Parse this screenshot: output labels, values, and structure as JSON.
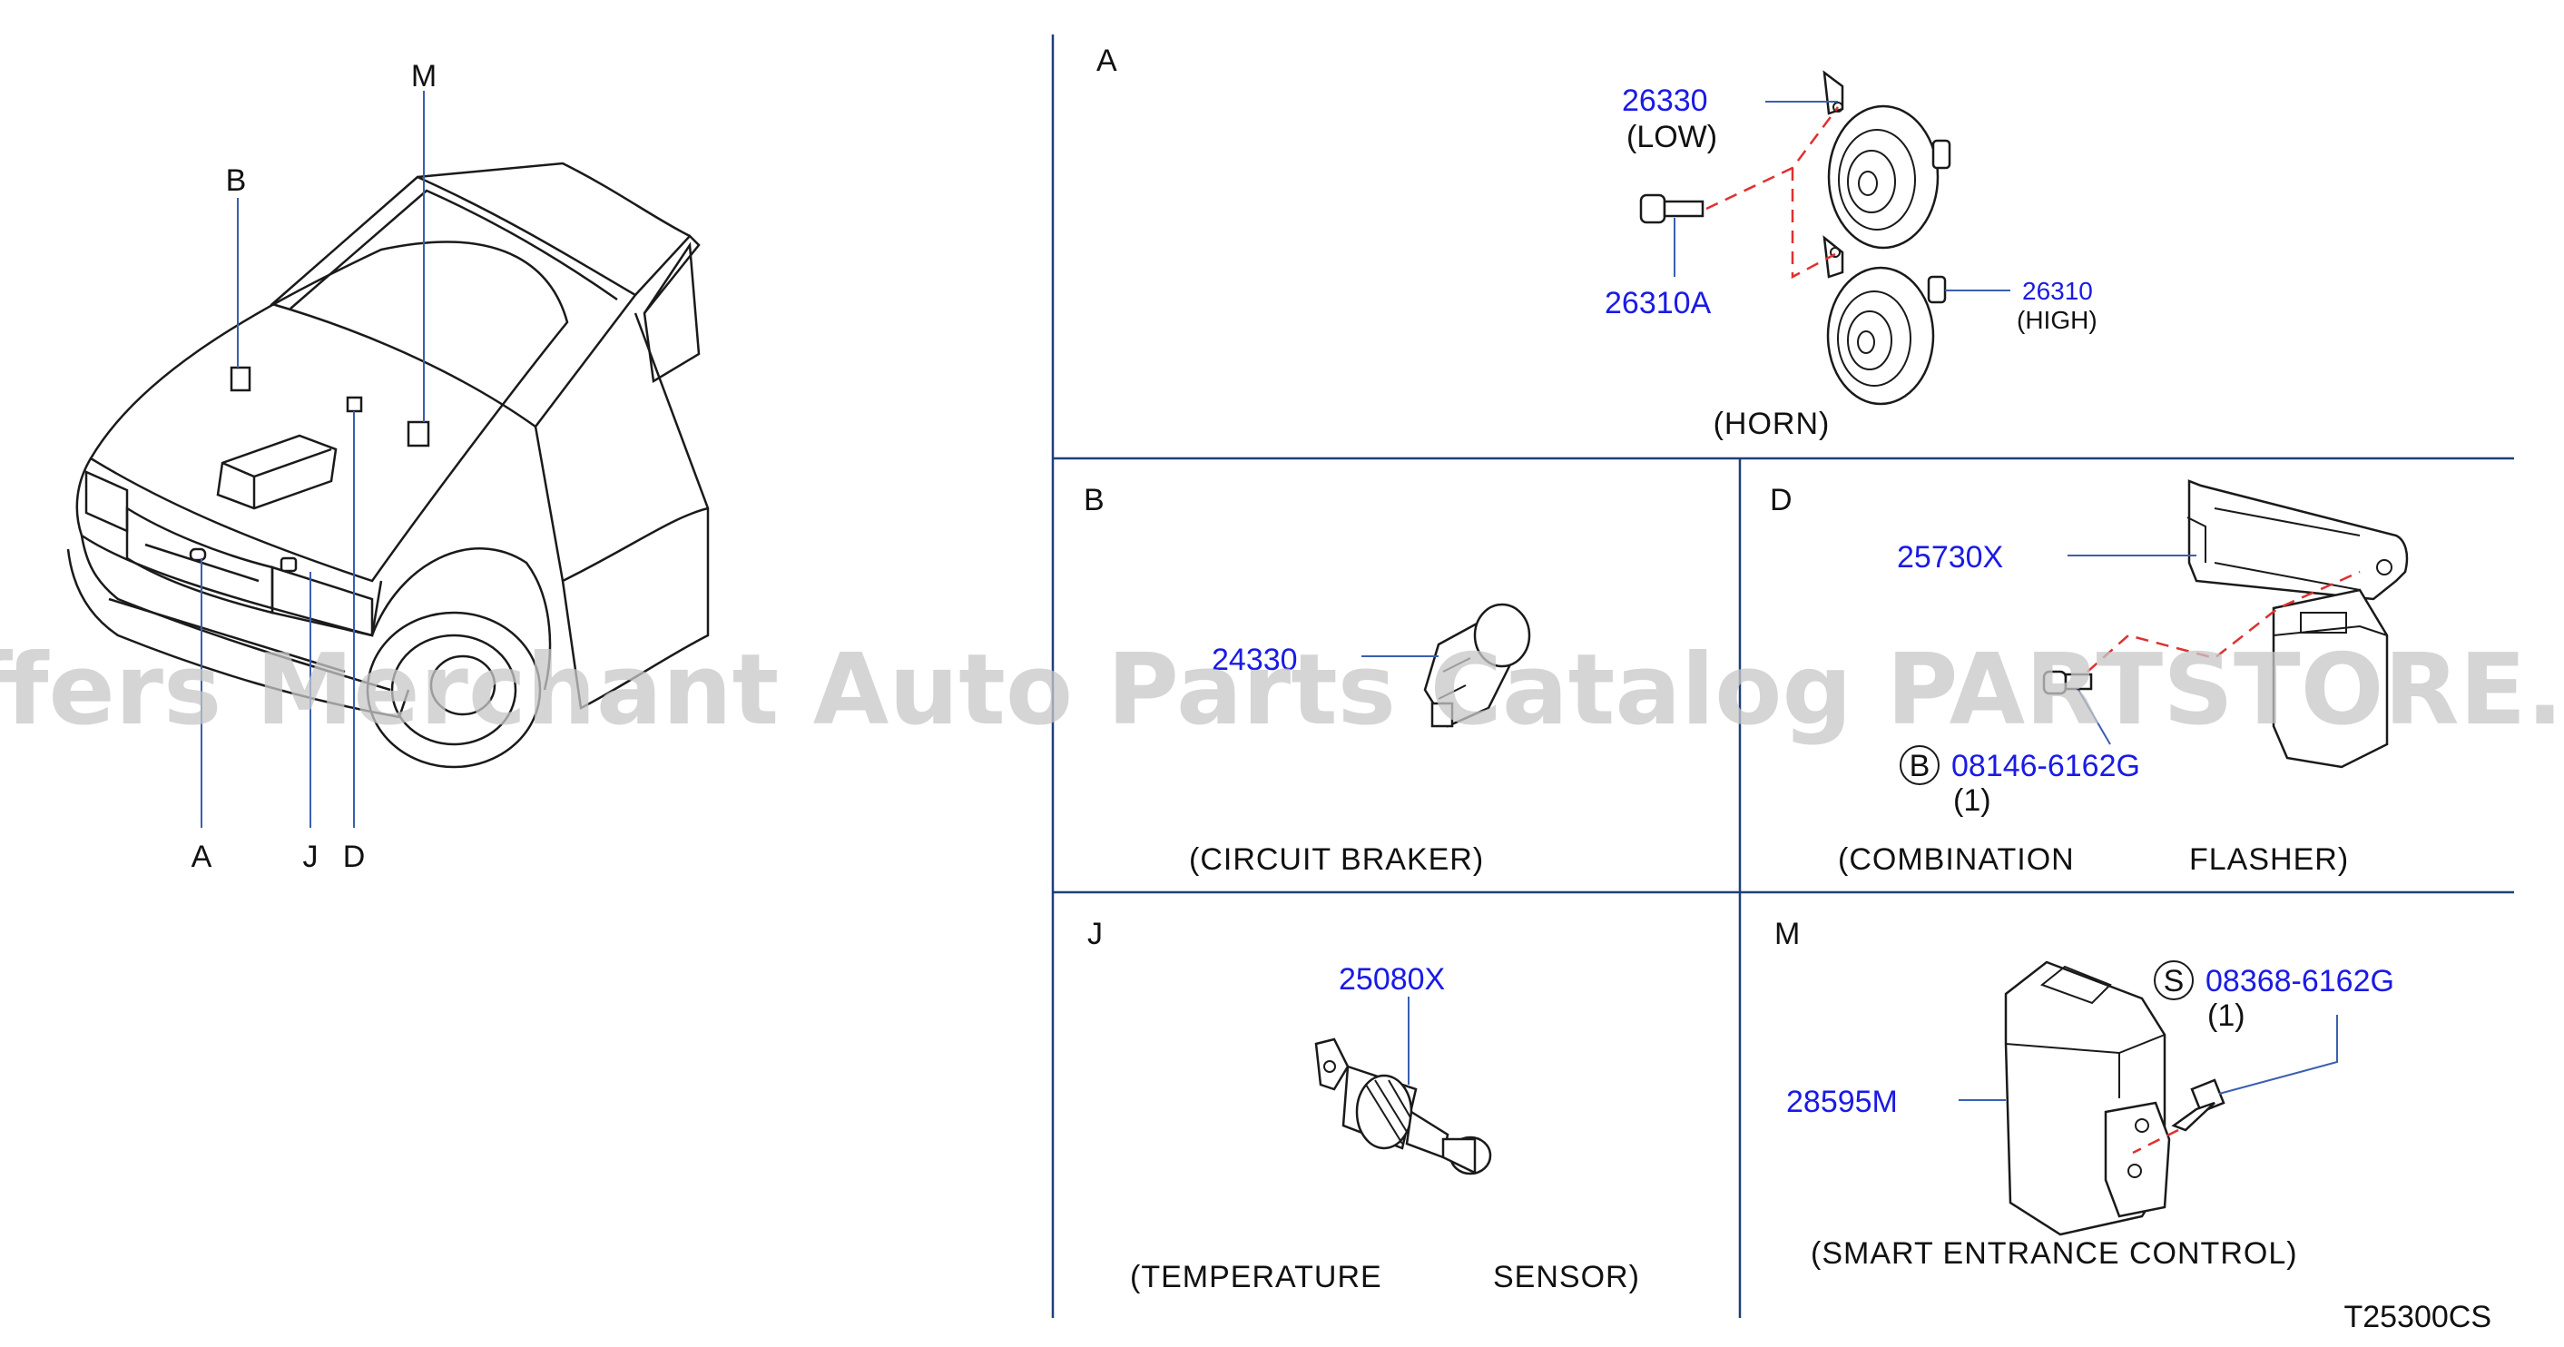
{
  "vehicle_view": {
    "callouts": [
      "B",
      "M",
      "A",
      "J",
      "D"
    ]
  },
  "panels": {
    "horn": {
      "letter": "A",
      "caption": "(HORN)",
      "parts": [
        {
          "number": "26330",
          "note": "(LOW)"
        },
        {
          "number": "26310A"
        },
        {
          "number": "26310",
          "note": "(HIGH)"
        }
      ]
    },
    "circuit_breaker": {
      "letter": "B",
      "caption": "(CIRCUIT   BRAKER)",
      "parts": [
        {
          "number": "24330"
        }
      ]
    },
    "combination_flasher": {
      "letter": "D",
      "caption_left": "(COMBINATION",
      "caption_right": "FLASHER)",
      "parts": [
        {
          "number": "25730X"
        },
        {
          "number": "08146-6162G",
          "symbol": "B",
          "qty": "(1)"
        }
      ]
    },
    "temperature_sensor": {
      "letter": "J",
      "caption_left": "(TEMPERATURE",
      "caption_right": "SENSOR)",
      "parts": [
        {
          "number": "25080X"
        }
      ]
    },
    "smart_entrance": {
      "letter": "M",
      "caption": "(SMART   ENTRANCE   CONTROL)",
      "parts": [
        {
          "number": "08368-6162G",
          "symbol": "S",
          "qty": "(1)"
        },
        {
          "number": "28595M"
        }
      ]
    }
  },
  "diagram_code": "T25300CS",
  "watermark": "Offers Merchant Auto Parts Catalog PARTSTORE.SA"
}
